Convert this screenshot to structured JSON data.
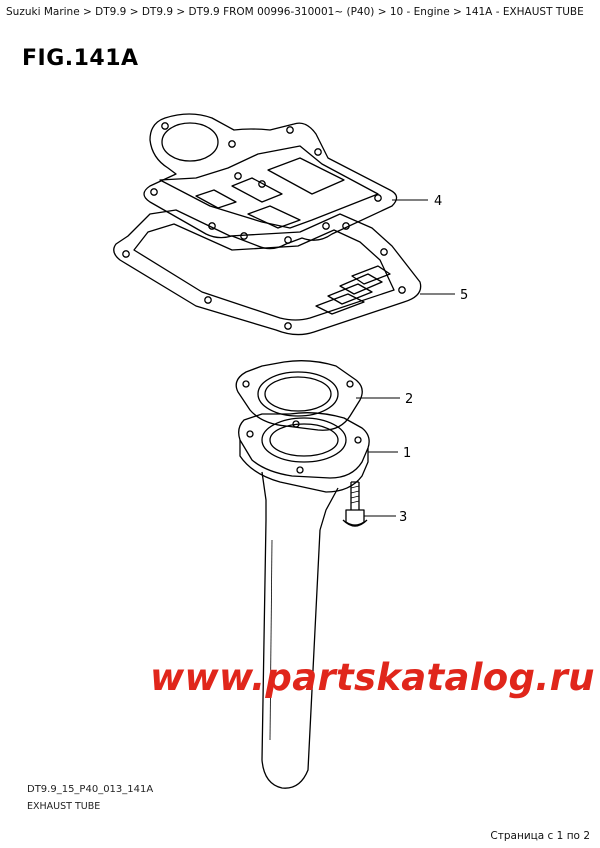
{
  "breadcrumb": [
    {
      "label": "Suzuki Marine"
    },
    {
      "label": "DT9.9"
    },
    {
      "label": "DT9.9"
    },
    {
      "label": "DT9.9 FROM 00996-310001~ (P40)"
    },
    {
      "label": "10 - Engine"
    },
    {
      "label": "141A - EXHAUST TUBE"
    }
  ],
  "breadcrumb_separator": " > ",
  "figure_title": "FIG.141A",
  "callouts": {
    "c1": "1",
    "c2": "2",
    "c3": "3",
    "c4": "4",
    "c5": "5"
  },
  "watermark": "www.partskatalog.ru",
  "diagram_code": "DT9.9_15_P40_013_141A",
  "caption": "EXHAUST TUBE",
  "pager": "Страница с 1 по 2",
  "colors": {
    "watermark": "#e0261b",
    "line": "#000000"
  }
}
